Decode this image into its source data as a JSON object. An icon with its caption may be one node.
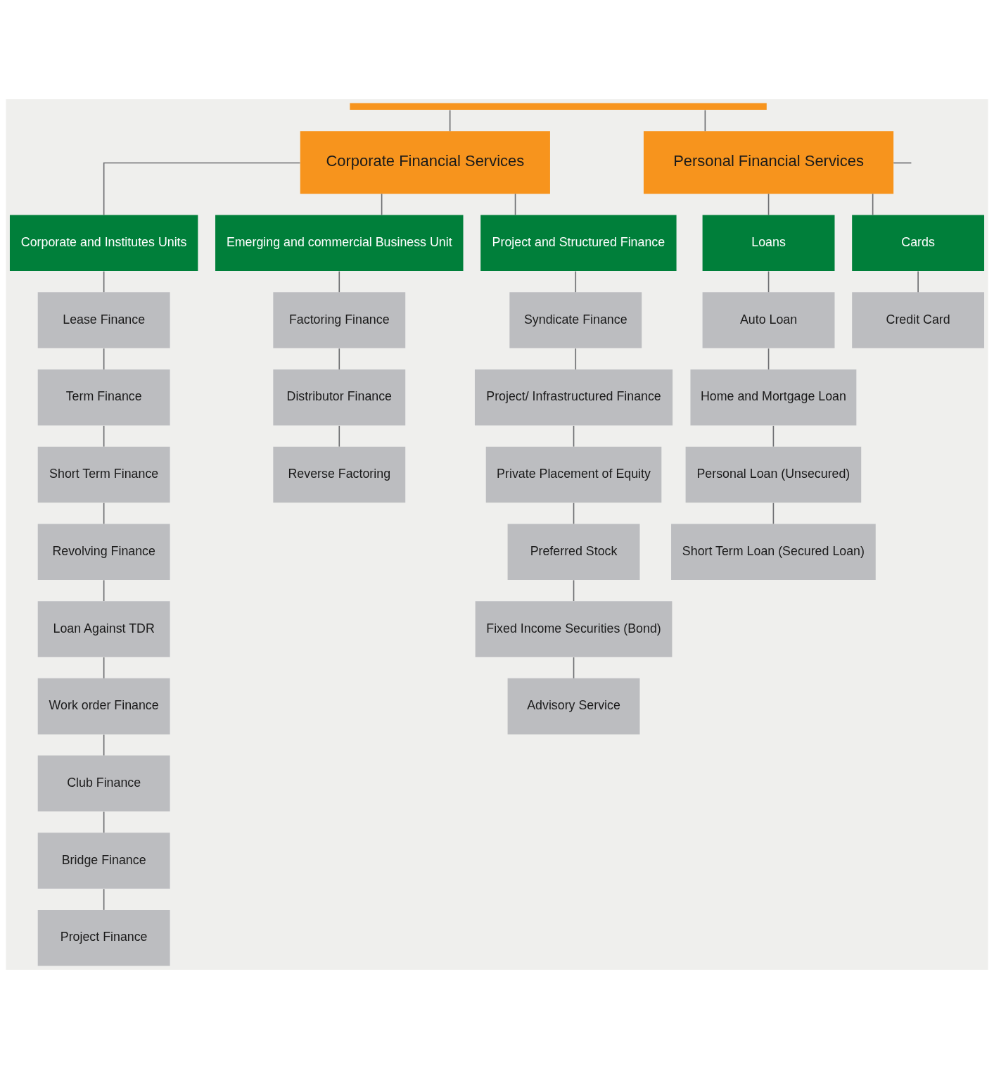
{
  "diagram": {
    "nodes": [
      {
        "text": [],
        "shape": "bar"
      },
      {
        "text": [
          "Corporate Financial Services"
        ]
      },
      {
        "text": [
          "Personal Financial Services"
        ]
      },
      {
        "text": [
          "Corporate and Institutes Units"
        ]
      },
      {
        "text": [
          "Emerging and commercial Business Unit"
        ]
      },
      {
        "text": [
          "Project and Structured Finance"
        ]
      },
      {
        "text": [
          "Loans"
        ]
      },
      {
        "text": [
          "Cards"
        ]
      },
      {
        "text": [
          "Lease Finance"
        ]
      },
      {
        "text": [
          "Term Finance"
        ]
      },
      {
        "text": [
          "Short Term Finance"
        ]
      },
      {
        "text": [
          "Revolving Finance"
        ]
      },
      {
        "text": [
          "Loan Against TDR"
        ]
      },
      {
        "text": [
          "Work order Finance"
        ]
      },
      {
        "text": [
          "Club Finance"
        ]
      },
      {
        "text": [
          "Bridge Finance"
        ]
      },
      {
        "text": [
          "Project Finance"
        ]
      },
      {
        "text": [
          "Factoring Finance"
        ]
      },
      {
        "text": [
          "Distributor Finance"
        ]
      },
      {
        "text": [
          "Reverse Factoring"
        ]
      },
      {
        "text": [
          "Syndicate Finance"
        ]
      },
      {
        "text": [
          "Project/ Infrastructured Finance"
        ]
      },
      {
        "text": [
          "Private Placement of Equity"
        ]
      },
      {
        "text": [
          "Preferred Stock"
        ]
      },
      {
        "text": [
          "Fixed Income Securities (Bond)"
        ]
      },
      {
        "text": [
          "Advisory Service"
        ]
      },
      {
        "text": [
          "Auto Loan"
        ]
      },
      {
        "text": [
          "Home and Mortgage Loan"
        ]
      },
      {
        "text": [
          "Personal Loan (Unsecured)"
        ]
      },
      {
        "text": [
          "Short Term Loan (Secured Loan)"
        ]
      },
      {
        "text": [
          "Credit Card"
        ]
      }
    ],
    "edges": [
      {
        "from": 0,
        "to": 1,
        "arrow": "none"
      },
      {
        "from": 0,
        "to": 2,
        "arrow": "none"
      },
      {
        "from": 2,
        "to": null,
        "arrow": "none"
      },
      {
        "from": 1,
        "to": 3,
        "arrow": "none"
      },
      {
        "from": 1,
        "to": 4,
        "arrow": "none"
      },
      {
        "from": 1,
        "to": 5,
        "arrow": "none"
      },
      {
        "from": 2,
        "to": 6,
        "arrow": "none"
      },
      {
        "from": 2,
        "to": 7,
        "arrow": "none"
      },
      {
        "from": 3,
        "to": 8,
        "arrow": "none"
      },
      {
        "from": 8,
        "to": 9,
        "arrow": "none"
      },
      {
        "from": 9,
        "to": 10,
        "arrow": "none"
      },
      {
        "from": 10,
        "to": 11,
        "arrow": "none"
      },
      {
        "from": 11,
        "to": 12,
        "arrow": "none"
      },
      {
        "from": 12,
        "to": 13,
        "arrow": "none"
      },
      {
        "from": 13,
        "to": 14,
        "arrow": "none"
      },
      {
        "from": 14,
        "to": 15,
        "arrow": "none"
      },
      {
        "from": 15,
        "to": 16,
        "arrow": "none"
      },
      {
        "from": 4,
        "to": 17,
        "arrow": "none"
      },
      {
        "from": 17,
        "to": 18,
        "arrow": "none"
      },
      {
        "from": 18,
        "to": 19,
        "arrow": "none"
      },
      {
        "from": 5,
        "to": 20,
        "arrow": "none"
      },
      {
        "from": 20,
        "to": 21,
        "arrow": "none"
      },
      {
        "from": 21,
        "to": 22,
        "arrow": "none"
      },
      {
        "from": 22,
        "to": 23,
        "arrow": "none"
      },
      {
        "from": 23,
        "to": 24,
        "arrow": "none"
      },
      {
        "from": 24,
        "to": 25,
        "arrow": "none"
      },
      {
        "from": 6,
        "to": 26,
        "arrow": "none"
      },
      {
        "from": 26,
        "to": 27,
        "arrow": "none"
      },
      {
        "from": 27,
        "to": 28,
        "arrow": "none"
      },
      {
        "from": 28,
        "to": 29,
        "arrow": "none"
      },
      {
        "from": 7,
        "to": 30,
        "arrow": "none"
      }
    ]
  }
}
